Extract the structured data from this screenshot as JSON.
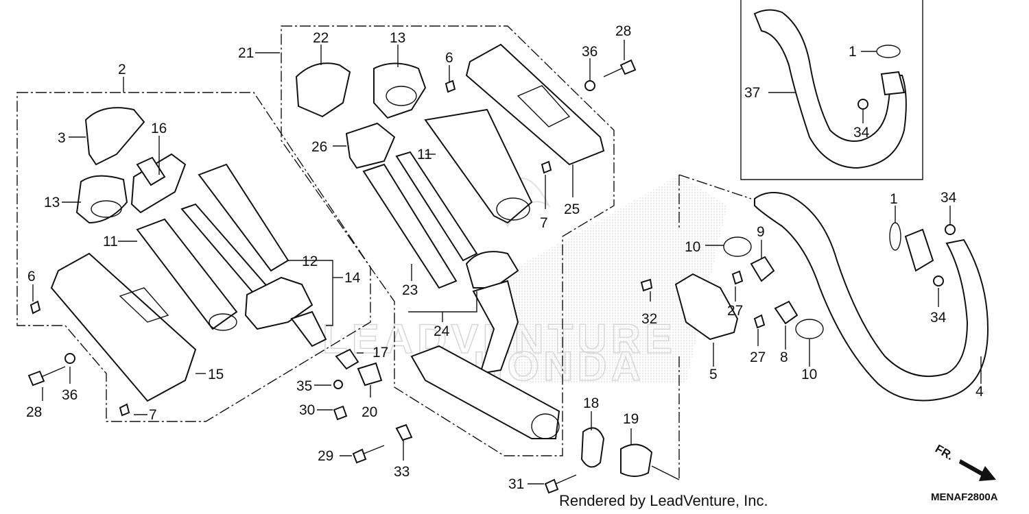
{
  "diagram": {
    "part_labels": [
      "1",
      "1",
      "2",
      "3",
      "4",
      "5",
      "6",
      "6",
      "7",
      "7",
      "8",
      "9",
      "10",
      "10",
      "11",
      "11",
      "12",
      "13",
      "13",
      "14",
      "15",
      "16",
      "17",
      "18",
      "19",
      "20",
      "21",
      "22",
      "23",
      "24",
      "25",
      "26",
      "27",
      "27",
      "28",
      "28",
      "29",
      "30",
      "31",
      "32",
      "33",
      "34",
      "34",
      "34",
      "35",
      "36",
      "36",
      "37"
    ],
    "watermark_text": [
      "LEADVENTURE",
      "HONDA"
    ],
    "footer_credit": "Rendered by LeadVenture, Inc.",
    "diagram_code": "MENAF2800A",
    "direction_label": "FR."
  }
}
